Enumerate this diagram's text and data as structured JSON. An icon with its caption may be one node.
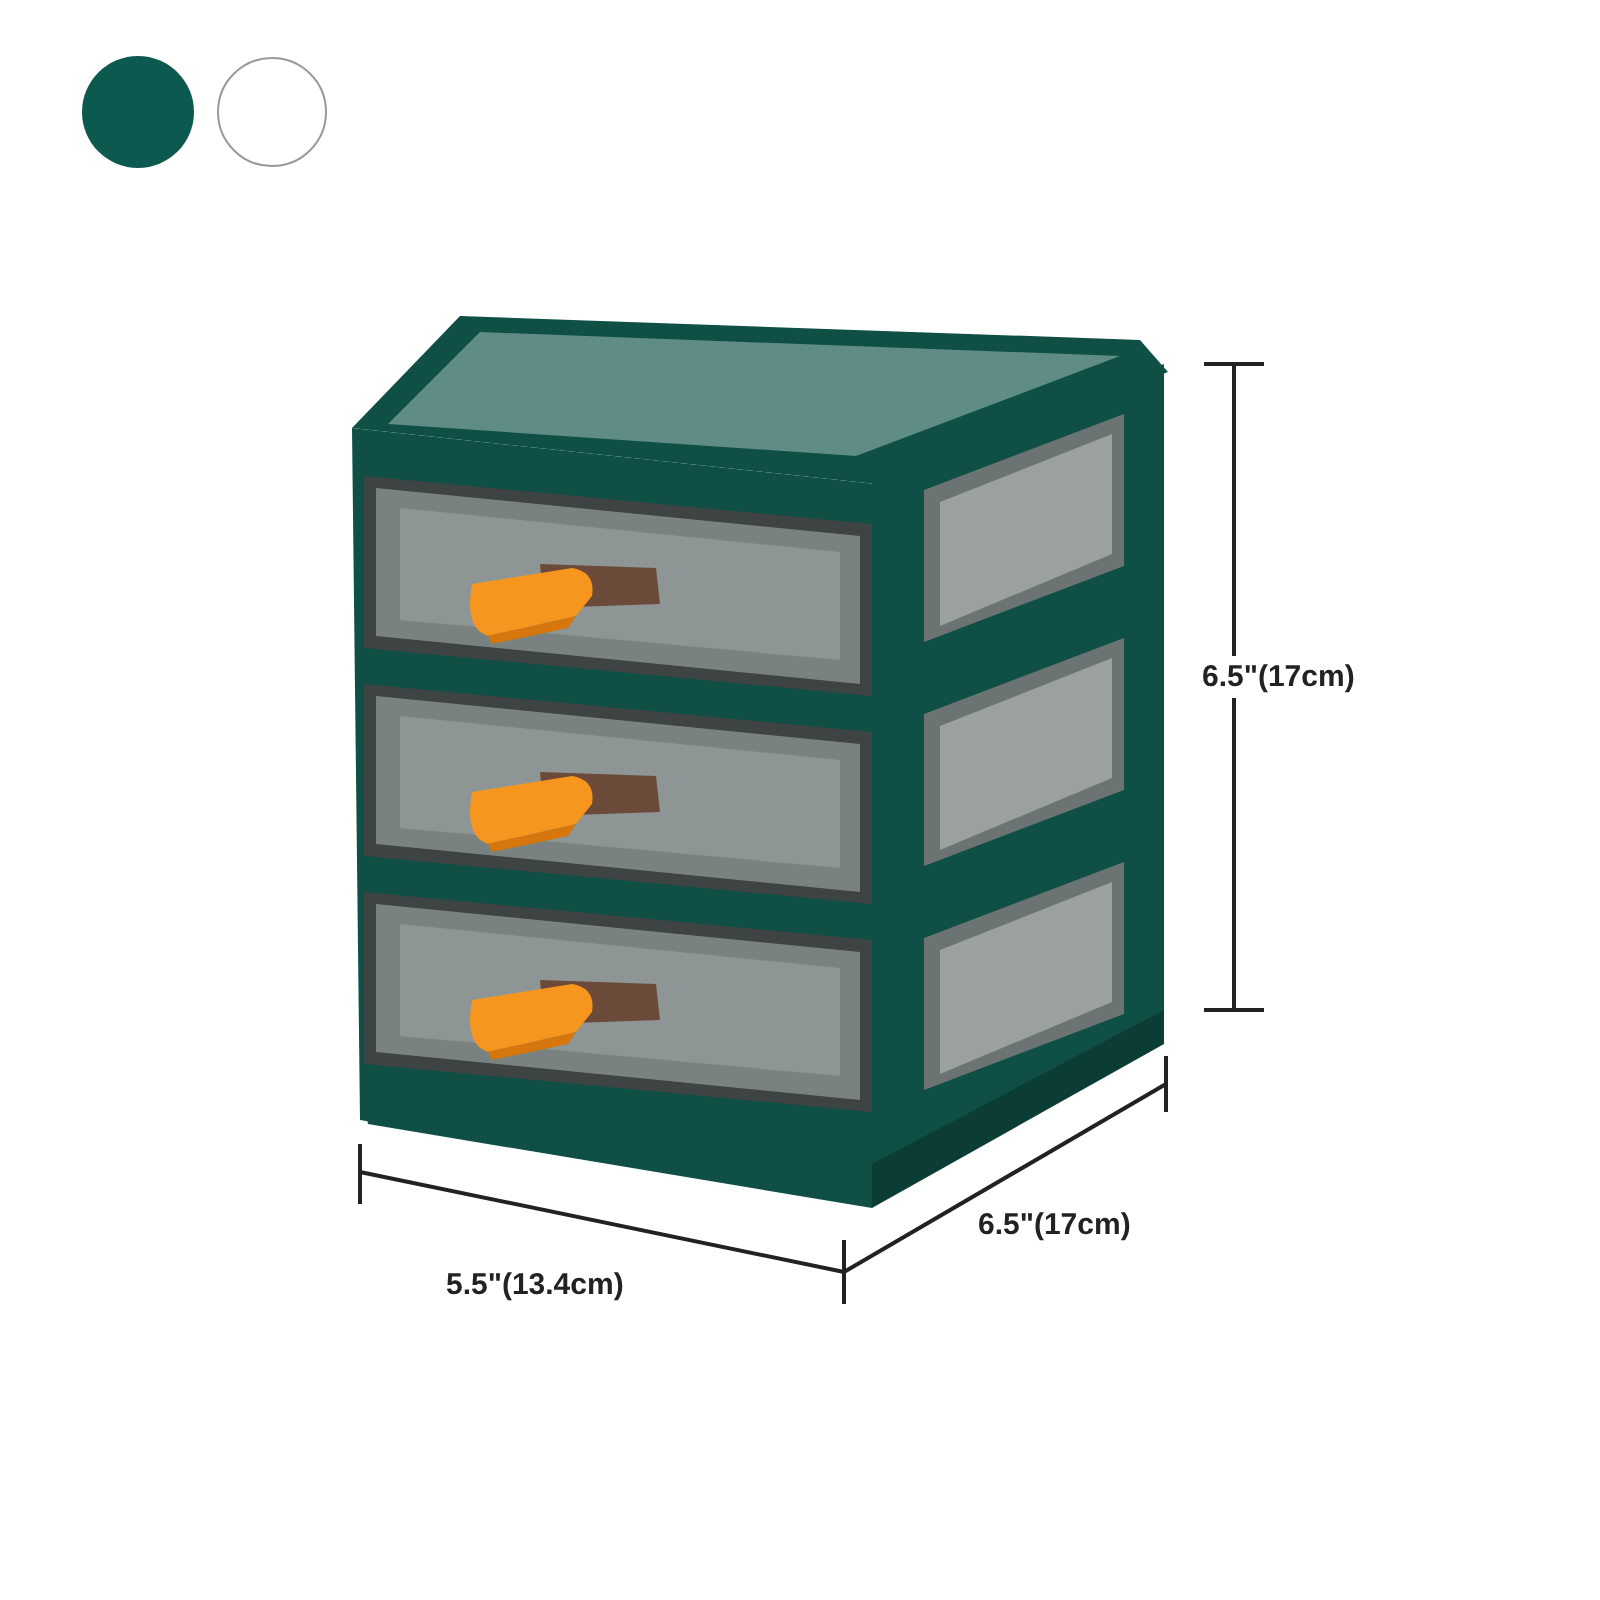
{
  "diagram": {
    "labels": [
      "6.5\"(17cm)",
      "6.5\"(17cm)",
      "5.5\"(13.4cm)"
    ]
  }
}
